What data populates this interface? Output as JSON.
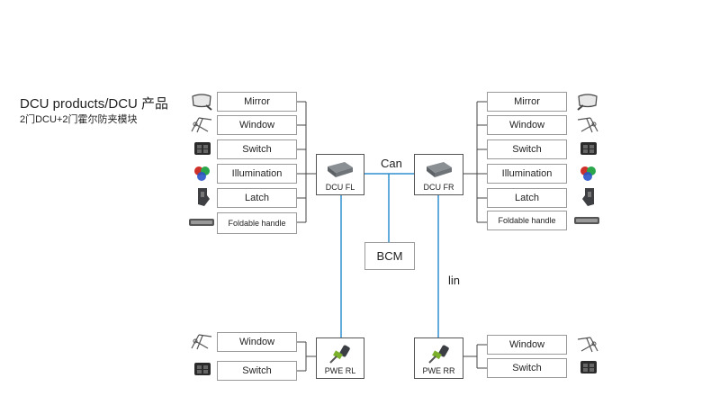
{
  "header": {
    "title": "DCU products/DCU 产品",
    "subtitle": "2门DCU+2门霍尔防夹模块"
  },
  "left_functions": [
    "Mirror",
    "Window",
    "Switch",
    "Illumination",
    "Latch",
    "Foldable handle"
  ],
  "right_functions": [
    "Mirror",
    "Window",
    "Switch",
    "Illumination",
    "Latch",
    "Foldable handle"
  ],
  "ecus": {
    "fl": "DCU FL",
    "fr": "DCU FR",
    "rl": "PWE RL",
    "rr": "PWE RR",
    "bcm": "BCM"
  },
  "buses": {
    "can": "Can",
    "lin": "lin"
  },
  "rl_functions": [
    "Window",
    "Switch"
  ],
  "rr_functions": [
    "Window",
    "Switch"
  ],
  "colors": {
    "bus_line": "#2f8fcf",
    "wire": "#444444",
    "box_border": "#9a9a9a"
  },
  "icons": {
    "function_icons": [
      "mirror-icon",
      "window-regulator-icon",
      "switch-icon",
      "illumination-led-icon",
      "latch-icon",
      "handle-icon"
    ],
    "ecu_icons": [
      "dcu-module-icon",
      "pwe-connector-icon"
    ]
  }
}
